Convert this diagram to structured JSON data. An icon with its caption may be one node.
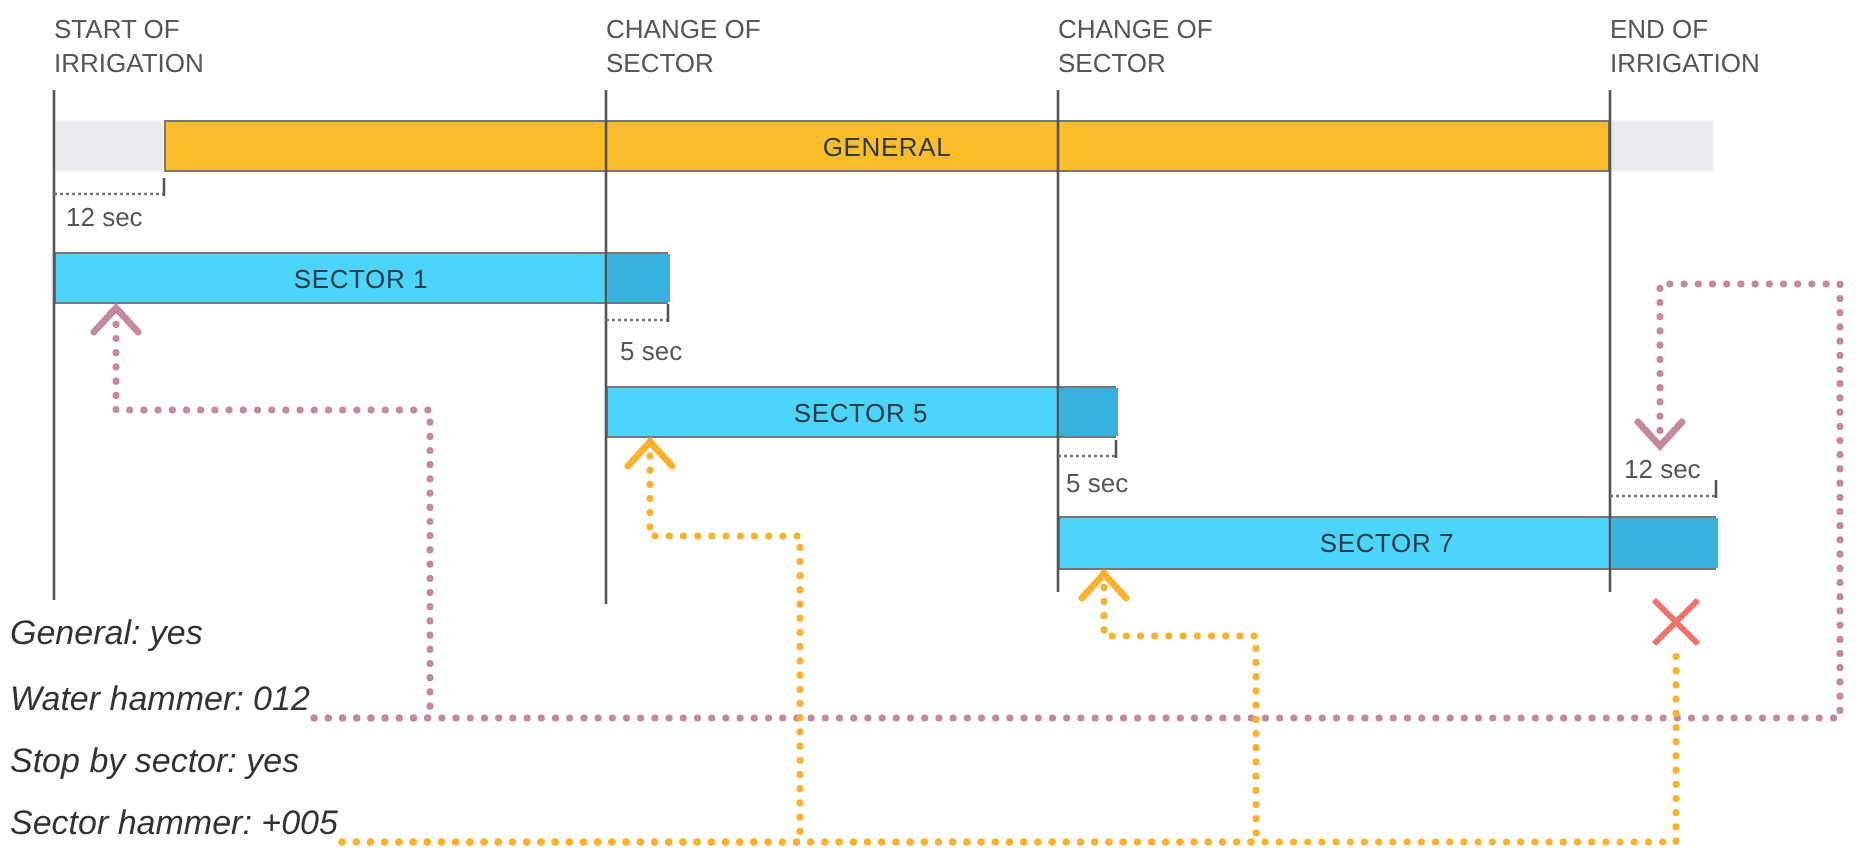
{
  "diagram": {
    "nodes": [
      {
        "text": [
          "GENERAL"
        ]
      },
      {
        "text": [
          "SECTOR 1"
        ]
      },
      {
        "text": [
          "SECTOR 5"
        ]
      },
      {
        "text": [
          "12 sec"
        ]
      },
      {
        "text": [
          "SECTOR 7"
        ]
      },
      {
        "text": [],
        "shape": "cross"
      },
      {
        "text": [
          "Water hammer: 012"
        ]
      },
      {
        "text": [
          "Sector hammer: +005"
        ]
      }
    ],
    "edges": [
      {
        "from": 6,
        "to": 1,
        "arrow": "to",
        "style": "dashed",
        "color": "#c4899c"
      },
      {
        "from": 6,
        "to": 3,
        "arrow": "to",
        "style": "dashed",
        "color": "#c4899c"
      },
      {
        "from": 7,
        "to": 2,
        "arrow": "to",
        "style": "dashed"
      },
      {
        "from": 7,
        "to": 4,
        "arrow": "to",
        "style": "dashed"
      },
      {
        "from": 7,
        "to": 5,
        "arrow": "none",
        "style": "dashed"
      }
    ],
    "labels": [
      "START OF IRRIGATION",
      "CHANGE OF SECTOR",
      "CHANGE OF SECTOR",
      "END OF IRRIGATION",
      "12 sec",
      "5 sec",
      "5 sec",
      "General: yes",
      "Stop by sector: yes"
    ]
  }
}
